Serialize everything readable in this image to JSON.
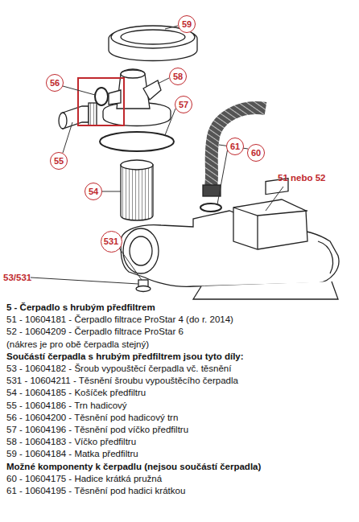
{
  "diagram": {
    "nodes": [
      {
        "text": [
          "59"
        ]
      },
      {
        "text": [
          "56"
        ]
      },
      {
        "text": [
          "58"
        ]
      },
      {
        "text": [
          "57"
        ]
      },
      {
        "text": [
          "60"
        ]
      },
      {
        "text": [
          "61"
        ]
      },
      {
        "text": [
          "55"
        ]
      },
      {
        "text": [
          "54"
        ]
      },
      {
        "text": [
          "531"
        ]
      }
    ],
    "labels": [
      "51 nebo 52",
      "53/531",
      "5 - Čerpadlo s hrubým předfiltrem",
      "51 - 10604181 - Čerpadlo filtrace ProStar 4 (do r. 2014)",
      "52 - 10604209 - Čerpadlo filtrace ProStar 6",
      "(nákres je pro obě čerpadla stejný)",
      "Součástí čerpadla s hrubým předfiltrem jsou tyto díly:",
      "53 - 10604182 - Šroub vypouštěcí čerpadla vč. těsnění",
      "531 - 10604211 - Těsnění šroubu vypouštěcího čerpadla",
      "54 - 10604185 - Košíček předfiltru",
      "55 - 10604186 - Trn hadicový",
      "56 - 10604200 - Těsnění pod hadicový trn",
      "57 - 10604196 - Těsnění pod víčko předfiltru",
      "58 - 10604183 - Víčko předfiltru",
      "59 - 10604184 - Matka předfiltru",
      "Možné komponenty k čerpadlu (nejsou součástí čerpadla)",
      "60 - 10604175 - Hadice krátká pružná",
      "61 - 10604195 - Těsnění pod hadici krátkou"
    ]
  }
}
